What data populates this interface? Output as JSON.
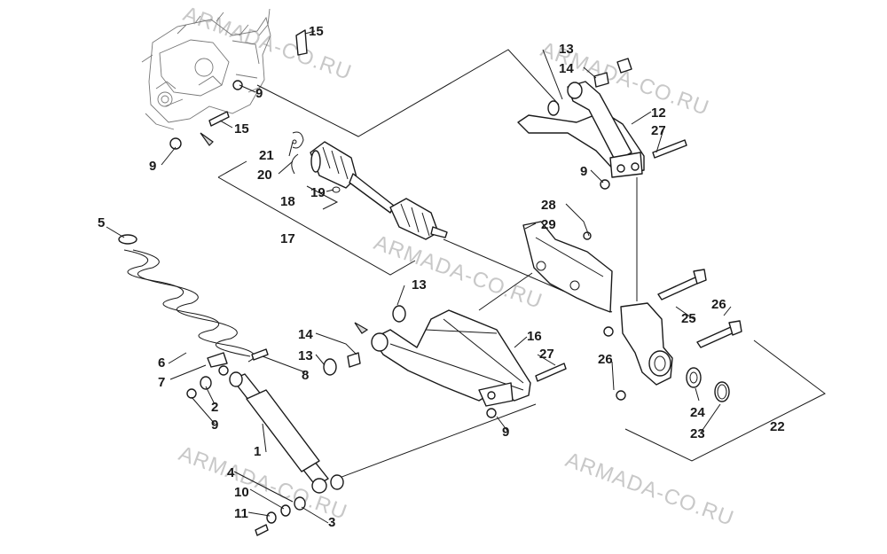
{
  "watermarks": [
    "ARMADA-CO.RU",
    "ARMADA-CO.RU",
    "ARMADA-CO.RU",
    "ARMADA-CO.RU",
    "ARMADA-CO.RU"
  ],
  "callouts": {
    "c1": "1",
    "c2": "2",
    "c3": "3",
    "c4": "4",
    "c5": "5",
    "c6": "6",
    "c7": "7",
    "c8": "8",
    "c9a": "9",
    "c9b": "9",
    "c9c": "9",
    "c9d": "9",
    "c9e": "9",
    "c10": "10",
    "c11": "11",
    "c12": "12",
    "c13a": "13",
    "c13b": "13",
    "c13c": "13",
    "c14a": "14",
    "c14b": "14",
    "c15a": "15",
    "c15b": "15",
    "c16": "16",
    "c17": "17",
    "c18": "18",
    "c19": "19",
    "c20": "20",
    "c21": "21",
    "c22": "22",
    "c23": "23",
    "c24": "24",
    "c25": "25",
    "c26a": "26",
    "c26b": "26",
    "c27a": "27",
    "c27b": "27",
    "c28": "28",
    "c29": "29"
  }
}
